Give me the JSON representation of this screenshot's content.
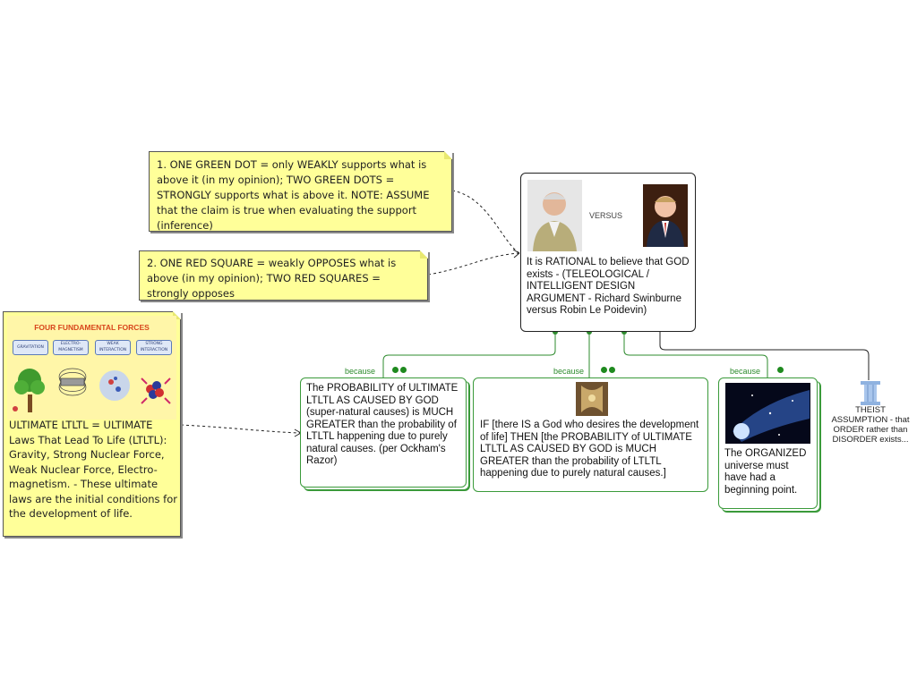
{
  "notes": {
    "legend_green": "1. ONE GREEN DOT = only WEAKLY supports what is above it (in my opinion); TWO GREEN DOTS = STRONGLY supports what is above it.  NOTE: ASSUME that the claim is true when evaluating the support (inference)",
    "legend_red": "2. ONE RED SQUARE = weakly OPPOSES what is above (in my opinion); TWO RED SQUARES = strongly opposes",
    "forces_title": "FOUR FUNDAMENTAL FORCES",
    "forces_labels": [
      "GRAVITATION",
      "ELECTRO-\nMAGNETISM",
      "WEAK\nINTERACTION",
      "STRONG\nINTERACTION"
    ],
    "forces_text": "ULTIMATE LTLTL = ULTIMATE Laws That Lead To Life (LTLTL): Gravity, Strong Nuclear Force, Weak Nuclear Force, Electro-magnetism. - These ultimate laws are the initial conditions for the development of life."
  },
  "main_claim": {
    "versus": "VERSUS",
    "text": "It is RATIONAL to believe that GOD exists - (TELEOLOGICAL / INTELLIGENT DESIGN ARGUMENT - Richard Swinburne versus Robin Le Poidevin)"
  },
  "reasons": [
    {
      "label": "because",
      "strength": 2,
      "text": "The PROBABILITY of ULTIMATE LTLTL AS CAUSED BY GOD (super-natural causes) is MUCH GREATER than the probability of LTLTL happening due to purely natural causes. (per Ockham's Razor)"
    },
    {
      "label": "because",
      "strength": 2,
      "text": "IF [there IS a God who desires the development of life] THEN [the PROBABILITY of  ULTIMATE LTLTL AS CAUSED BY GOD is MUCH GREATER than the probability of LTLTL happening due to purely natural causes.]"
    },
    {
      "label": "because",
      "strength": 1,
      "text": "The ORGANIZED universe must have had a beginning point."
    }
  ],
  "assumption": {
    "text": "THEIST ASSUMPTION - that ORDER rather than DISORDER exists..."
  },
  "colors": {
    "support_green": "#2e8b2e",
    "note_yellow": "#ffff99",
    "forces_yellow": "#fff6a8"
  }
}
